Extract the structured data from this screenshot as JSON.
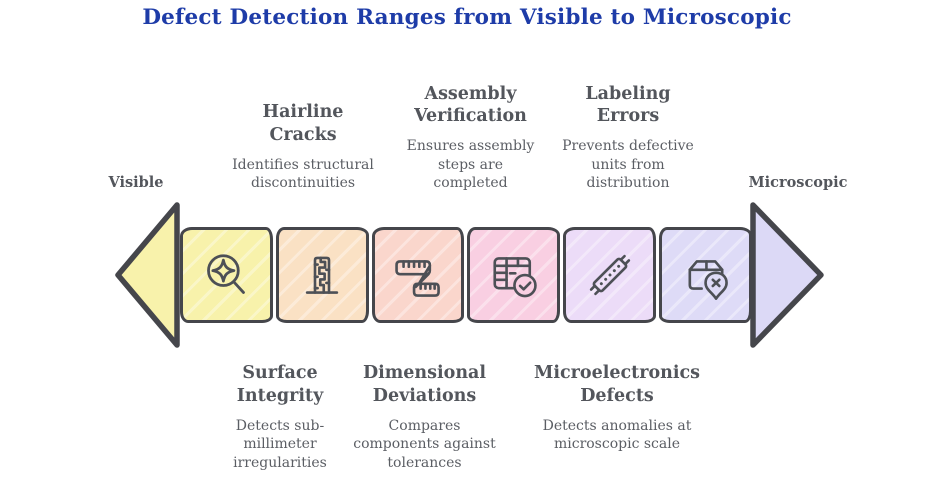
{
  "theme": {
    "background": "#ffffff",
    "title_color": "#1e3ca8",
    "heading_color": "#53565c",
    "body_color": "#5b5e64",
    "outline_color": "#45464b",
    "icon_color": "#4d5056",
    "left_arrow_fill": "#f8f2ab",
    "right_arrow_fill": "#dcd9f6"
  },
  "title": "Defect Detection Ranges from Visible to Microscopic",
  "scale": {
    "left_label": "Visible",
    "right_label": "Microscopic"
  },
  "top_callouts": [
    {
      "title": "Hairline Cracks",
      "description": "Identifies structural discontinuities"
    },
    {
      "title": "Assembly Verification",
      "description": "Ensures assembly steps are completed"
    },
    {
      "title": "Labeling Errors",
      "description": "Prevents defective units from distribution"
    }
  ],
  "bottom_callouts": [
    {
      "title": "Surface Integrity",
      "description": "Detects sub-millimeter irregularities"
    },
    {
      "title": "Dimensional Deviations",
      "description": "Compares components against tolerances"
    },
    {
      "title": "Microelectronics Defects",
      "description": "Detects anomalies at microscopic scale"
    }
  ],
  "segments": [
    {
      "icon": "magnifier-sparkle-icon",
      "color": "#f8f2ab"
    },
    {
      "icon": "cracked-column-icon",
      "color": "#fae1c4"
    },
    {
      "icon": "measuring-tape-icon",
      "color": "#fad6cc"
    },
    {
      "icon": "table-check-icon",
      "color": "#f9cfe2"
    },
    {
      "icon": "microchip-component-icon",
      "color": "#ecdcf8"
    },
    {
      "icon": "package-pin-x-icon",
      "color": "#dedbf7"
    }
  ]
}
